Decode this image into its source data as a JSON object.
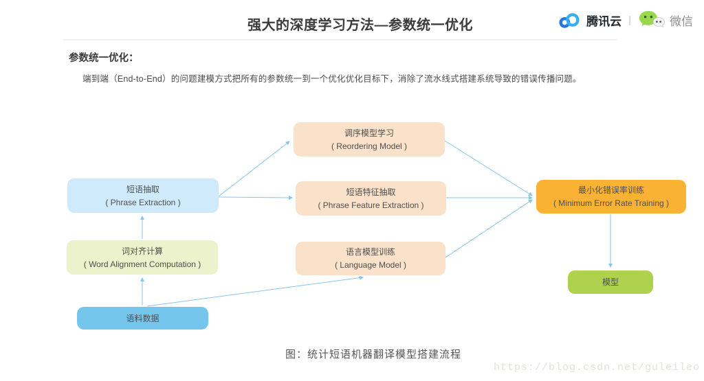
{
  "page": {
    "background": "#ffffff"
  },
  "header": {
    "title": "强大的深度学习方法—参数统一优化",
    "brand": {
      "tencent_cloud_label": "腾讯云",
      "separator": "|",
      "wechat_label": "微信",
      "tencent_blue_dark": "#2577e3",
      "tencent_blue_light": "#36aef2",
      "wechat_green": "#98d74e"
    }
  },
  "intro": {
    "heading": "参数统一优化：",
    "body": "端到端（End-to-End）的问题建模方式把所有的参数统一到一个优化优化目标下，消除了流水线式搭建系统导致的错误传播问题。"
  },
  "diagram": {
    "caption": "图：统计短语机器翻译模型搭建流程",
    "arrow_color": "#85c5ec",
    "nodes": [
      {
        "id": "reordering-model",
        "title": "调序模型学习",
        "subtitle": "( Reordering Model )",
        "color": "#fae1ca"
      },
      {
        "id": "phrase-extraction",
        "title": "短语抽取",
        "subtitle": "( Phrase Extraction )",
        "color": "#cfeafa"
      },
      {
        "id": "phrase-feature-extraction",
        "title": "短语特征抽取",
        "subtitle": "( Phrase Feature Extraction )",
        "color": "#fae1ca"
      },
      {
        "id": "minimum-error-rate-training",
        "title": "最小化错误率训练",
        "subtitle": "( Minimum Error Rate Training )",
        "color": "#f9b233"
      },
      {
        "id": "word-alignment-computation",
        "title": "词对齐计算",
        "subtitle": "( Word Alignment Computation )",
        "color": "#ecf2cb"
      },
      {
        "id": "language-model",
        "title": "语言模型训练",
        "subtitle": "( Language Model )",
        "color": "#fae1ca"
      },
      {
        "id": "model",
        "title": "模型",
        "color": "#aed14e"
      },
      {
        "id": "corpus-data",
        "title": "语料数据",
        "color": "#74c6ec"
      }
    ],
    "edges": [
      {
        "from": "phrase-extraction",
        "to": "reordering-model"
      },
      {
        "from": "phrase-extraction",
        "to": "phrase-feature-extraction"
      },
      {
        "from": "word-alignment-computation",
        "to": "phrase-extraction"
      },
      {
        "from": "corpus-data",
        "to": "word-alignment-computation"
      },
      {
        "from": "corpus-data",
        "to": "language-model"
      },
      {
        "from": "reordering-model",
        "to": "minimum-error-rate-training"
      },
      {
        "from": "phrase-feature-extraction",
        "to": "minimum-error-rate-training"
      },
      {
        "from": "language-model",
        "to": "minimum-error-rate-training"
      },
      {
        "from": "minimum-error-rate-training",
        "to": "model"
      }
    ]
  },
  "watermark": "https://blog.csdn.net/guleileo"
}
